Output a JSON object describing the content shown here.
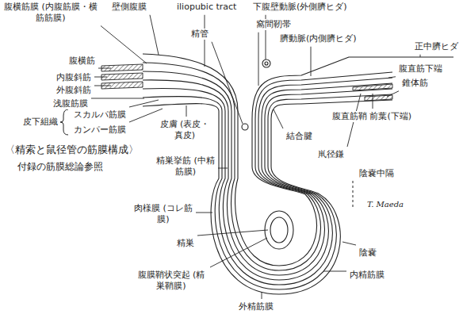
{
  "diagram": {
    "title": "〈精索と鼠径管の筋膜構成〉",
    "caption": "付録の筋膜総論参照",
    "labels": [
      "腹横筋膜 (内腹筋膜・横筋筋膜)",
      "壁側腹膜",
      "iliopubic tract",
      "精管",
      "下腹壁動脈(外側臍ヒダ)",
      "窩間靭帯",
      "臍動脈(内側臍ヒダ)",
      "正中臍ヒダ",
      "腹直筋下端",
      "錐体筋",
      "腹直筋鞘 前葉(下端)",
      "腹横筋",
      "内腹斜筋",
      "外腹斜筋",
      "浅腹筋膜",
      "皮下組織",
      "スカルパ筋膜",
      "カンパー筋膜",
      "皮膚 (表皮・真皮)",
      "結合腱",
      "鼡径鎌",
      "精巣挙筋 (中精筋膜)",
      "陰嚢中隔",
      "肉様膜 (コレ筋膜)",
      "精巣",
      "腹膜鞘状突起 (精巣鞘膜)",
      "外精筋膜",
      "内精筋膜",
      "陰嚢",
      "T. Maeda"
    ]
  }
}
